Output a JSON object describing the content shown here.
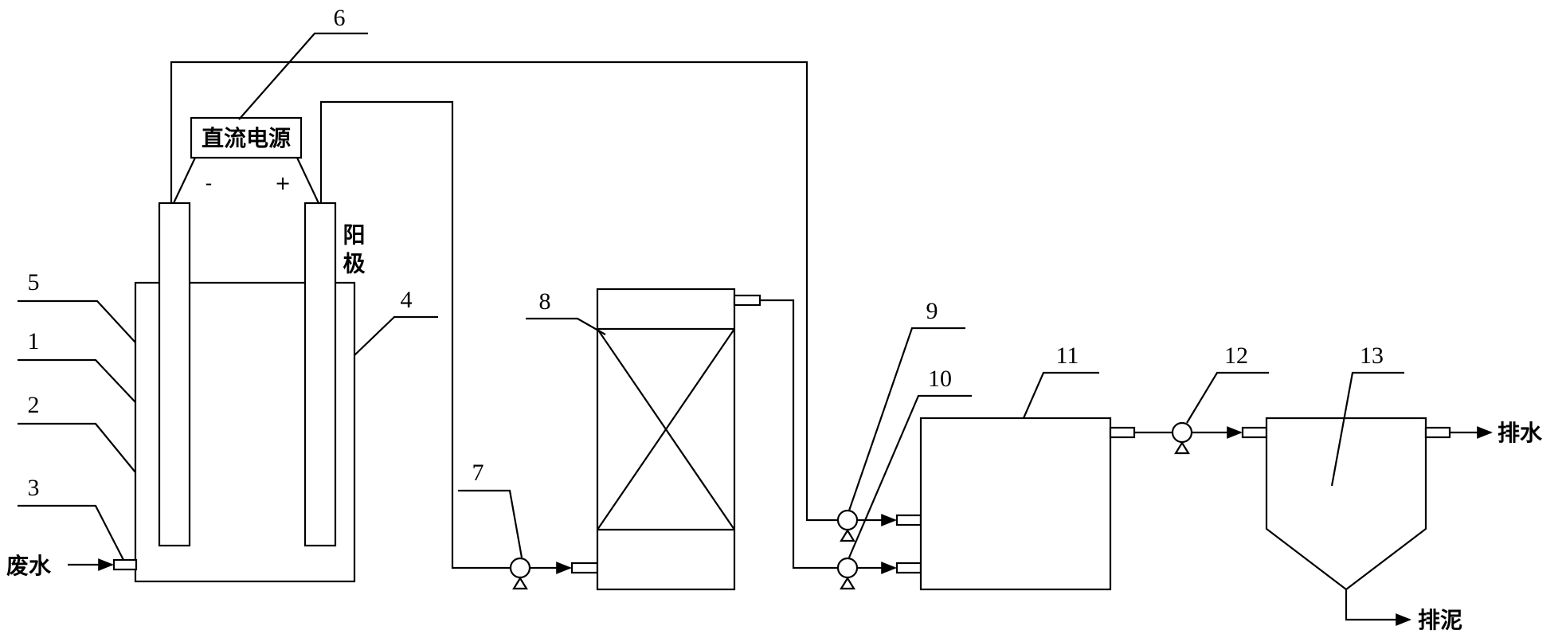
{
  "labels": {
    "wastewater": "废水",
    "dc_power": "直流电源",
    "anode": "阳极",
    "neg": "-",
    "pos": "+",
    "discharge_water": "排水",
    "discharge_sludge": "排泥"
  },
  "callouts": {
    "n1": "1",
    "n2": "2",
    "n3": "3",
    "n4": "4",
    "n5": "5",
    "n6": "6",
    "n7": "7",
    "n8": "8",
    "n9": "9",
    "n10": "10",
    "n11": "11",
    "n12": "12",
    "n13": "13"
  }
}
